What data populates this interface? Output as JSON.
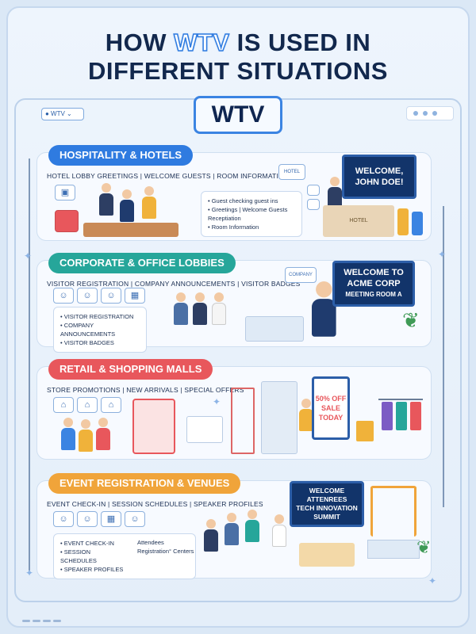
{
  "title": {
    "line1_pre": "HOW ",
    "line1_accent": "WTV",
    "line1_post": " IS USED IN",
    "line2": "DIFFERENT SITUATIONS"
  },
  "logo": "WTV",
  "mini_tab": "● WTV ⌄",
  "sections": {
    "hospitality": {
      "heading": "HOSPITALITY & HOTELS",
      "subline": "HOTEL LOBBY GREETINGS | WELCOME GUESTS | ROOM INFORMATION",
      "bullets": [
        "Guest checking guest ins",
        "Greetings | Welcome Guests Receptiation",
        "Room Information"
      ],
      "screen": [
        "WELCOME,",
        "JOHN DOE!"
      ],
      "sign": "HOTEL",
      "desk_sign": "HOTEL",
      "color": "#2f7be0"
    },
    "corporate": {
      "heading": "CORPORATE & OFFICE LOBBIES",
      "subline": "VISITOR REGISTRATION | COMPANY ANNOUNCEMENTS | VISITOR BADGES",
      "bullets": [
        "VISITOR REGISTRATION",
        "COMPANY ANNOUNCEMENTS",
        "VISITOR BADGES"
      ],
      "screen": [
        "WELCOME TO",
        "ACME CORP",
        "MEETING ROOM A"
      ],
      "sign": "COMPANY",
      "color": "#26a69a"
    },
    "retail": {
      "heading": "RETAIL & SHOPPING MALLS",
      "subline": "STORE PROMOTIONS | NEW ARRIVALS | SPECIAL OFFERS",
      "kiosk": [
        "50% OFF",
        "SALE",
        "TODAY"
      ],
      "color": "#e8575c"
    },
    "event": {
      "heading": "EVENT REGISTRATION & VENUES",
      "subline": "EVENT CHECK-IN | SESSION SCHEDULES | SPEAKER PROFILES",
      "bullets_left": [
        "EVENT CHECK-IN",
        "SESSION SCHEDULES",
        "SPEAKER PROFILES"
      ],
      "bullets_right": [
        "Attendees",
        "Registration° Centers"
      ],
      "screen": [
        "WELCOME ATTENREES",
        "TECH INNOVATION",
        "SUMMIT"
      ],
      "color": "#f0a43a"
    }
  },
  "icons": {
    "hotel_sign": "building-icon",
    "user": "user-icon",
    "suitcase": "suitcase-icon",
    "shop": "storefront-icon",
    "shopping_bag": "bag-icon"
  }
}
